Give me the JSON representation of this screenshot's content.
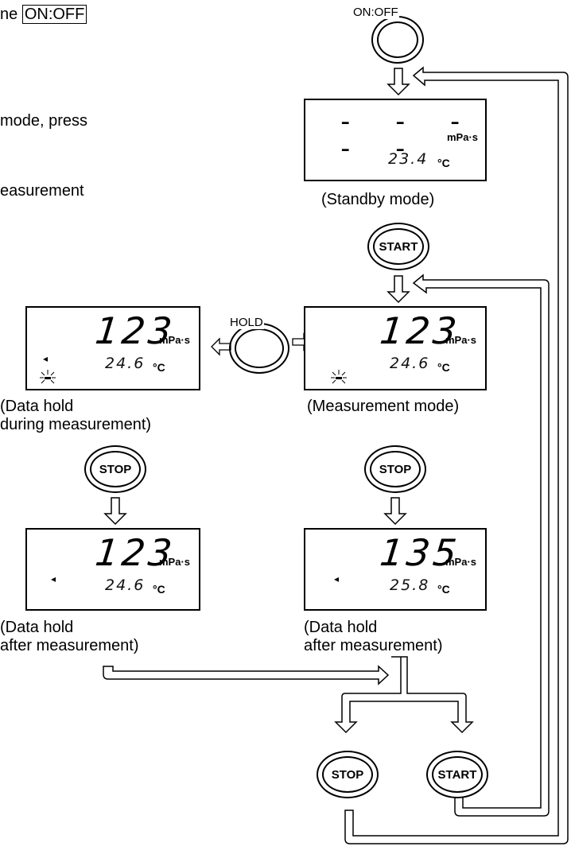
{
  "intro": {
    "line1_text": "ne",
    "line1_boxed": "ON:OFF",
    "line2": "mode, press",
    "line3": "easurement"
  },
  "buttons": {
    "on_off": "ON:OFF",
    "start": "START",
    "hold": "HOLD",
    "stop": "STOP"
  },
  "displays": {
    "standby": {
      "main": "- - - - -",
      "unit": "mPa·s",
      "temp": "23.4",
      "temp_unit": "°C",
      "caption": "(Standby mode)"
    },
    "measurement": {
      "main": "123",
      "unit": "mPa·s",
      "temp": "24.6",
      "temp_unit": "°C",
      "caption": "(Measurement mode)"
    },
    "hold_during": {
      "main": "123",
      "unit": "mPa·s",
      "temp": "24.6",
      "temp_unit": "°C",
      "caption_line1": "(Data hold",
      "caption_line2": "during measurement)"
    },
    "hold_after_left": {
      "main": "123",
      "unit": "mPa·s",
      "temp": "24.6",
      "temp_unit": "°C",
      "caption_line1": "(Data hold",
      "caption_line2": "after measurement)"
    },
    "hold_after_right": {
      "main": "135",
      "unit": "mPa·s",
      "temp": "25.8",
      "temp_unit": "°C",
      "caption_line1": "(Data hold",
      "caption_line2": "after measurement)"
    }
  },
  "indicator": {
    "blink": "-",
    "hold_mark": "◂"
  }
}
